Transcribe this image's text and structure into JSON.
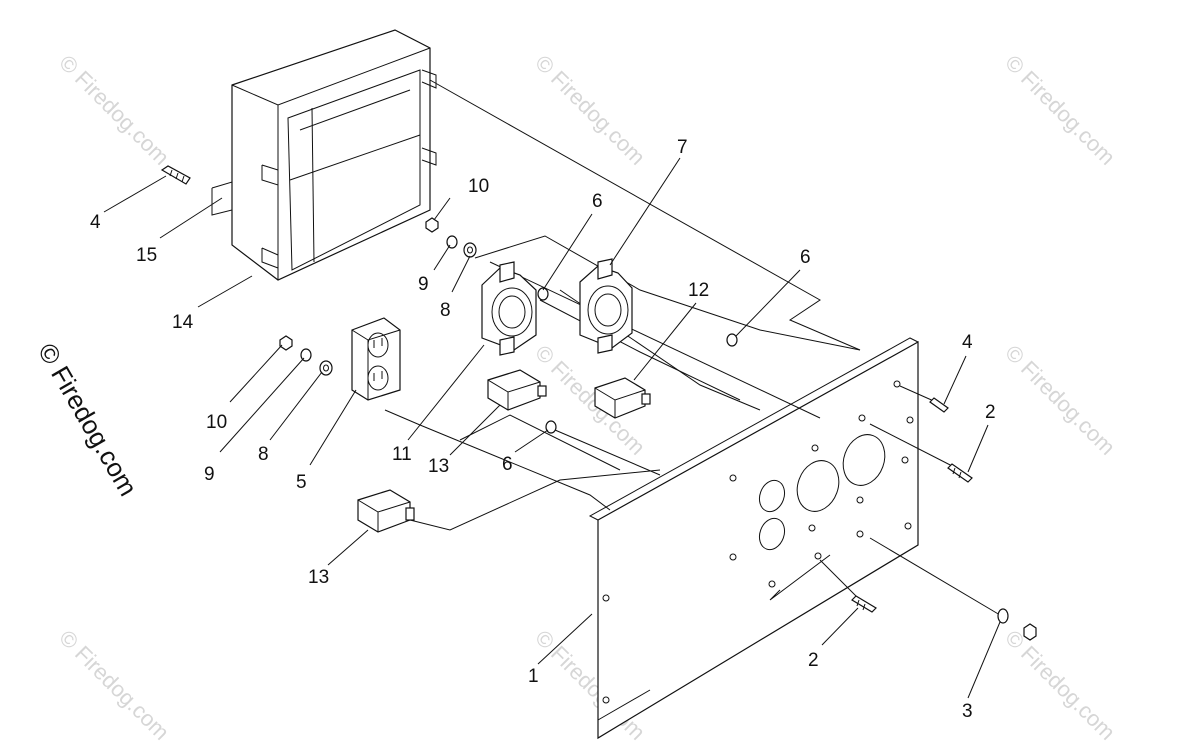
{
  "watermark": "© Firedog.com",
  "callouts": {
    "c1": "1",
    "c2a": "2",
    "c2b": "2",
    "c3": "3",
    "c4a": "4",
    "c4b": "4",
    "c5": "5",
    "c6a": "6",
    "c6b": "6",
    "c6c": "6",
    "c7": "7",
    "c8a": "8",
    "c8b": "8",
    "c9a": "9",
    "c9b": "9",
    "c10a": "10",
    "c10b": "10",
    "c11": "11",
    "c12": "12",
    "c13a": "13",
    "c13b": "13",
    "c14": "14",
    "c15": "15"
  }
}
